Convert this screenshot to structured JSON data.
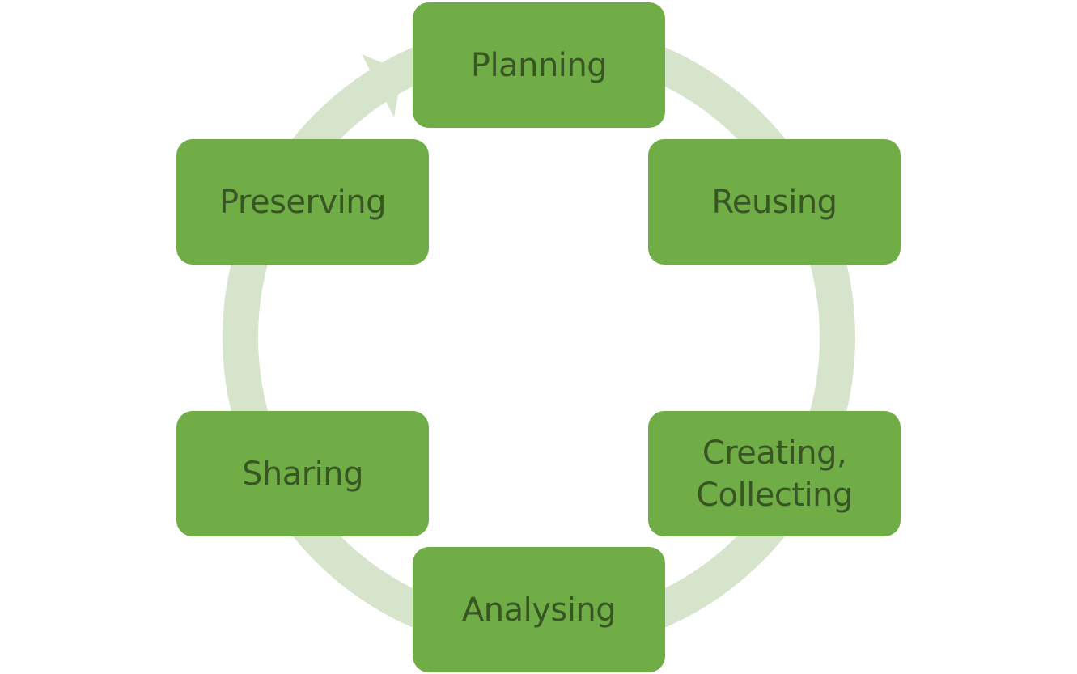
{
  "diagram": {
    "type": "cycle",
    "colors": {
      "box_fill": "#70ad47",
      "box_text": "#375623",
      "ring": "#d6e4cc"
    },
    "stages": [
      {
        "id": "planning",
        "label": "Planning"
      },
      {
        "id": "reusing",
        "label": "Reusing"
      },
      {
        "id": "creating-collecting",
        "label": "Creating,\nCollecting"
      },
      {
        "id": "analysing",
        "label": "Analysing"
      },
      {
        "id": "sharing",
        "label": "Sharing"
      },
      {
        "id": "preserving",
        "label": "Preserving"
      }
    ]
  }
}
